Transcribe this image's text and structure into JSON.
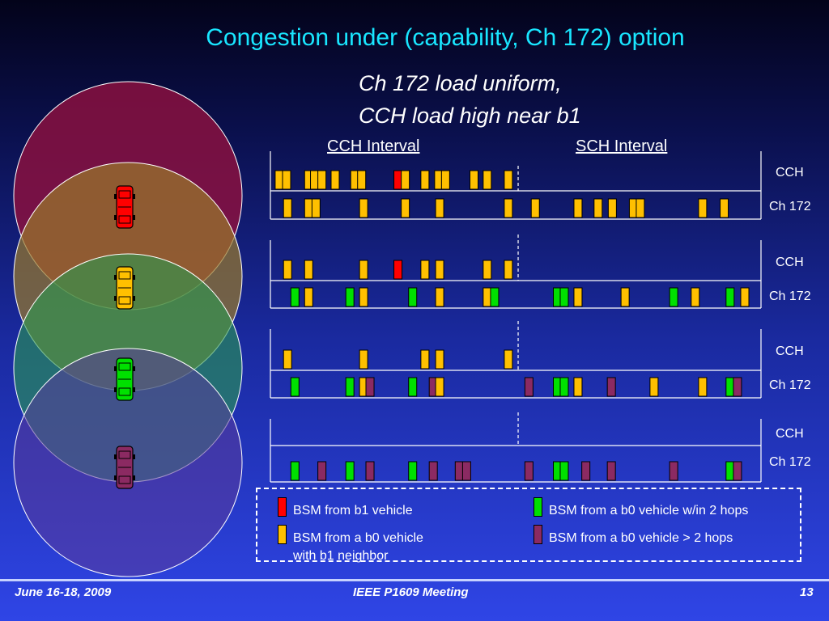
{
  "title": "Congestion under (capability, Ch 172) option",
  "subtitle": {
    "line1": "Ch 172 load uniform,",
    "line2": "CCH load high near b1"
  },
  "intervals": {
    "cch": "CCH Interval",
    "sch": "SCH Interval"
  },
  "channel_labels": {
    "cch": "CCH",
    "ch172": "Ch 172"
  },
  "legend": {
    "b1": "BSM from b1 vehicle",
    "b0_neighbor_line1": "BSM from a b0 vehicle",
    "b0_neighbor_line2": "with b1 neighbor",
    "b0_2hops": "BSM from a b0 vehicle w/in 2 hops",
    "b0_far": "BSM from a b0 vehicle > 2 hops"
  },
  "colors": {
    "b1": "#ff0000",
    "b0_neighbor": "#ffc000",
    "b0_2hops": "#00e000",
    "b0_far": "#8b2a62",
    "title": "#19e6ff"
  },
  "vehicles": [
    {
      "name": "car-red-icon",
      "color": "#ff0000"
    },
    {
      "name": "car-yellow-icon",
      "color": "#ffc000"
    },
    {
      "name": "car-green-icon",
      "color": "#00e000"
    },
    {
      "name": "car-purple-icon",
      "color": "#8b2a62"
    }
  ],
  "footer": {
    "date": "June 16-18, 2009",
    "meeting": "IEEE P1609 Meeting",
    "page": "13"
  }
}
